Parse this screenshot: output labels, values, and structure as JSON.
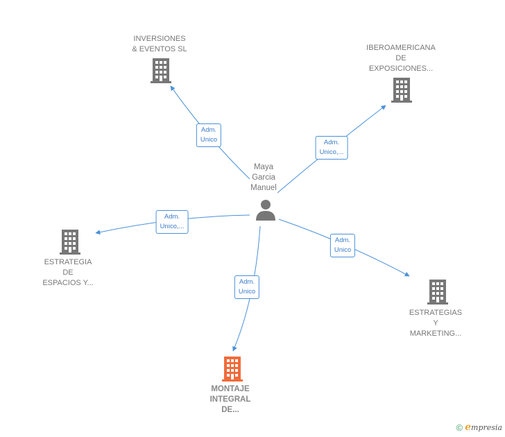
{
  "center": {
    "name_lines": [
      "Maya",
      "Garcia",
      "Manuel"
    ],
    "icon": "person-icon"
  },
  "companies": [
    {
      "id": "inversiones",
      "lines": [
        "INVERSIONES",
        "& EVENTOS SL"
      ],
      "icon": "building-icon",
      "color": "#777777"
    },
    {
      "id": "iberoamericana",
      "lines": [
        "IBEROAMERICANA",
        "DE",
        "EXPOSICIONES..."
      ],
      "icon": "building-icon",
      "color": "#777777"
    },
    {
      "id": "espacios",
      "lines": [
        "ESTRATEGIA",
        "DE",
        "ESPACIOS Y..."
      ],
      "icon": "building-icon",
      "color": "#777777"
    },
    {
      "id": "montaje",
      "lines": [
        "MONTAJE",
        "INTEGRAL",
        "DE..."
      ],
      "icon": "building-icon",
      "color": "#f26b3a"
    },
    {
      "id": "marketing",
      "lines": [
        "ESTRATEGIAS",
        "Y",
        "MARKETING..."
      ],
      "icon": "building-icon",
      "color": "#777777"
    }
  ],
  "edges": [
    {
      "to": "inversiones",
      "lines": [
        "Adm.",
        "Unico"
      ]
    },
    {
      "to": "iberoamericana",
      "lines": [
        "Adm.",
        "Unico,..."
      ]
    },
    {
      "to": "espacios",
      "lines": [
        "Adm.",
        "Unico,..."
      ]
    },
    {
      "to": "montaje",
      "lines": [
        "Adm.",
        "Unico"
      ]
    },
    {
      "to": "marketing",
      "lines": [
        "Adm.",
        "Unico"
      ]
    }
  ],
  "colors": {
    "edge": "#4a90d9",
    "building": "#777777",
    "building_highlight": "#f26b3a",
    "person": "#777777"
  },
  "footer": {
    "copyright_symbol": "©",
    "brand_initial": "e",
    "brand_rest": "mpresia"
  }
}
